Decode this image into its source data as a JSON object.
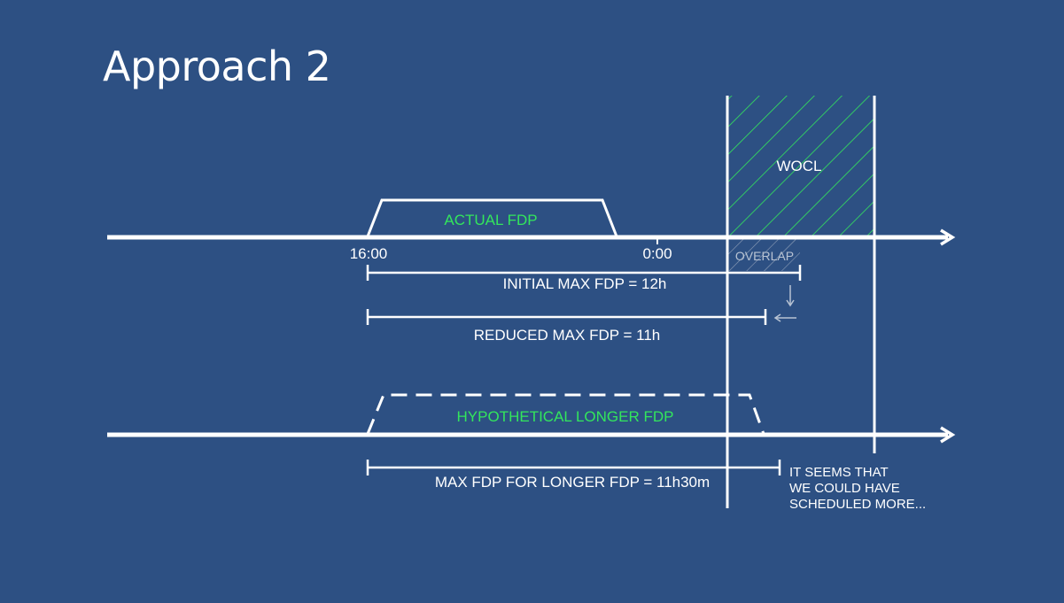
{
  "title": "Approach 2",
  "colors": {
    "background": "#2d5083",
    "line": "#ffffff",
    "fdp_label": "#33e65c",
    "hatch": "#33e65c",
    "muted": "#b8c3d3"
  },
  "labels": {
    "wocl": "WOCL",
    "actual_fdp": "ACTUAL FDP",
    "time_start": "16:00",
    "time_midnight": "0:00",
    "overlap": "OVERLAP",
    "initial_max": "INITIAL MAX FDP = 12h",
    "reduced_max": "REDUCED MAX FDP = 11h",
    "hypothetical_fdp": "HYPOTHETICAL LONGER FDP",
    "longer_max": "MAX FDP FOR LONGER FDP = 11h30m",
    "note": [
      "IT SEEMS THAT",
      "WE COULD HAVE",
      "SCHEDULED MORE..."
    ]
  }
}
